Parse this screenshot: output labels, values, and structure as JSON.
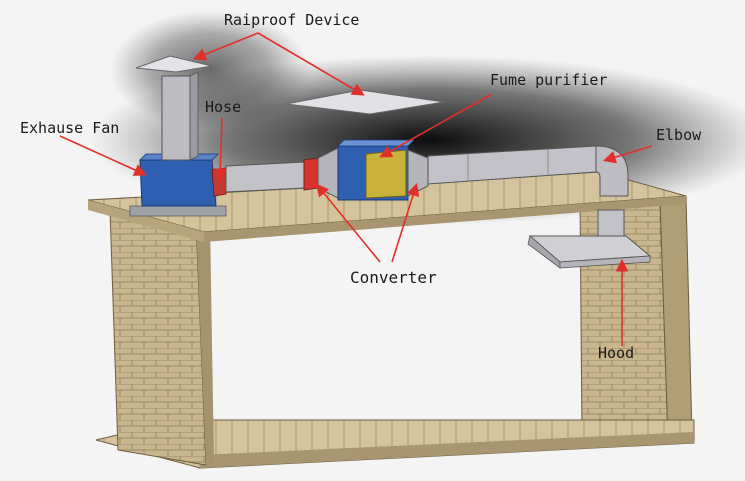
{
  "labels": {
    "raiproof_device": "Raiproof Device",
    "fume_purifier": "Fume purifier",
    "hose": "Hose",
    "exhause_fan": "Exhause Fan",
    "elbow": "Elbow",
    "converter": "Converter",
    "hood": "Hood"
  },
  "colors": {
    "arrow": "#e0302a",
    "brick": "#c7b48c",
    "brick_line": "#8f7c57",
    "duct": "#b9b9bf",
    "fan_blue": "#2f5fb0",
    "purifier_yellow": "#c8b23a",
    "converter_red": "#d6322e"
  }
}
